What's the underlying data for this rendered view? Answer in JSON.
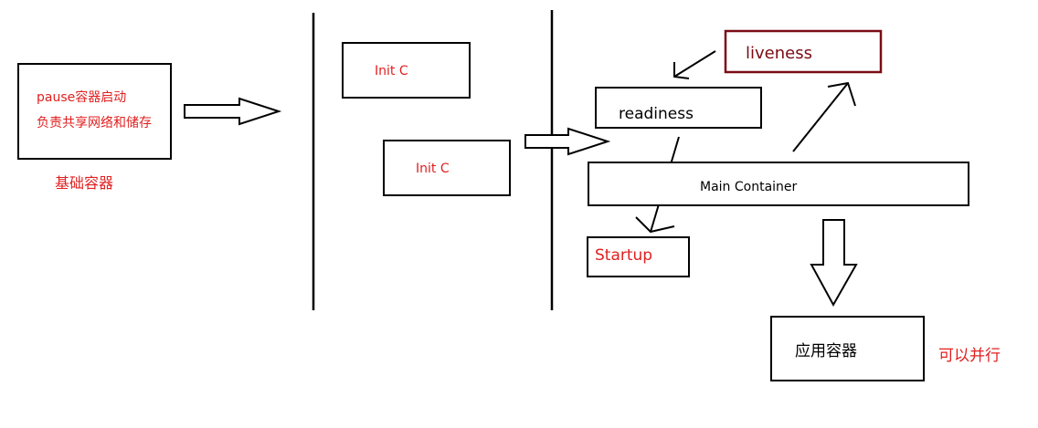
{
  "colors": {
    "red_text": "#e02020",
    "dark_red": "#7a0c14",
    "black": "#000000",
    "background": "#ffffff"
  },
  "base": {
    "line1": "pause容器启动",
    "line2": "负责共享网络和储存",
    "caption": "基础容器"
  },
  "init": {
    "box1": "Init C",
    "box2": "Init C"
  },
  "probes": {
    "liveness": "liveness",
    "readiness": "readiness",
    "startup": "Startup"
  },
  "main": {
    "label": "Main Container"
  },
  "app": {
    "label": "应用容器",
    "note": "可以并行"
  },
  "icons": {
    "hollow_arrow": "hollow-arrow-icon",
    "line_arrow": "line-arrow-icon"
  }
}
